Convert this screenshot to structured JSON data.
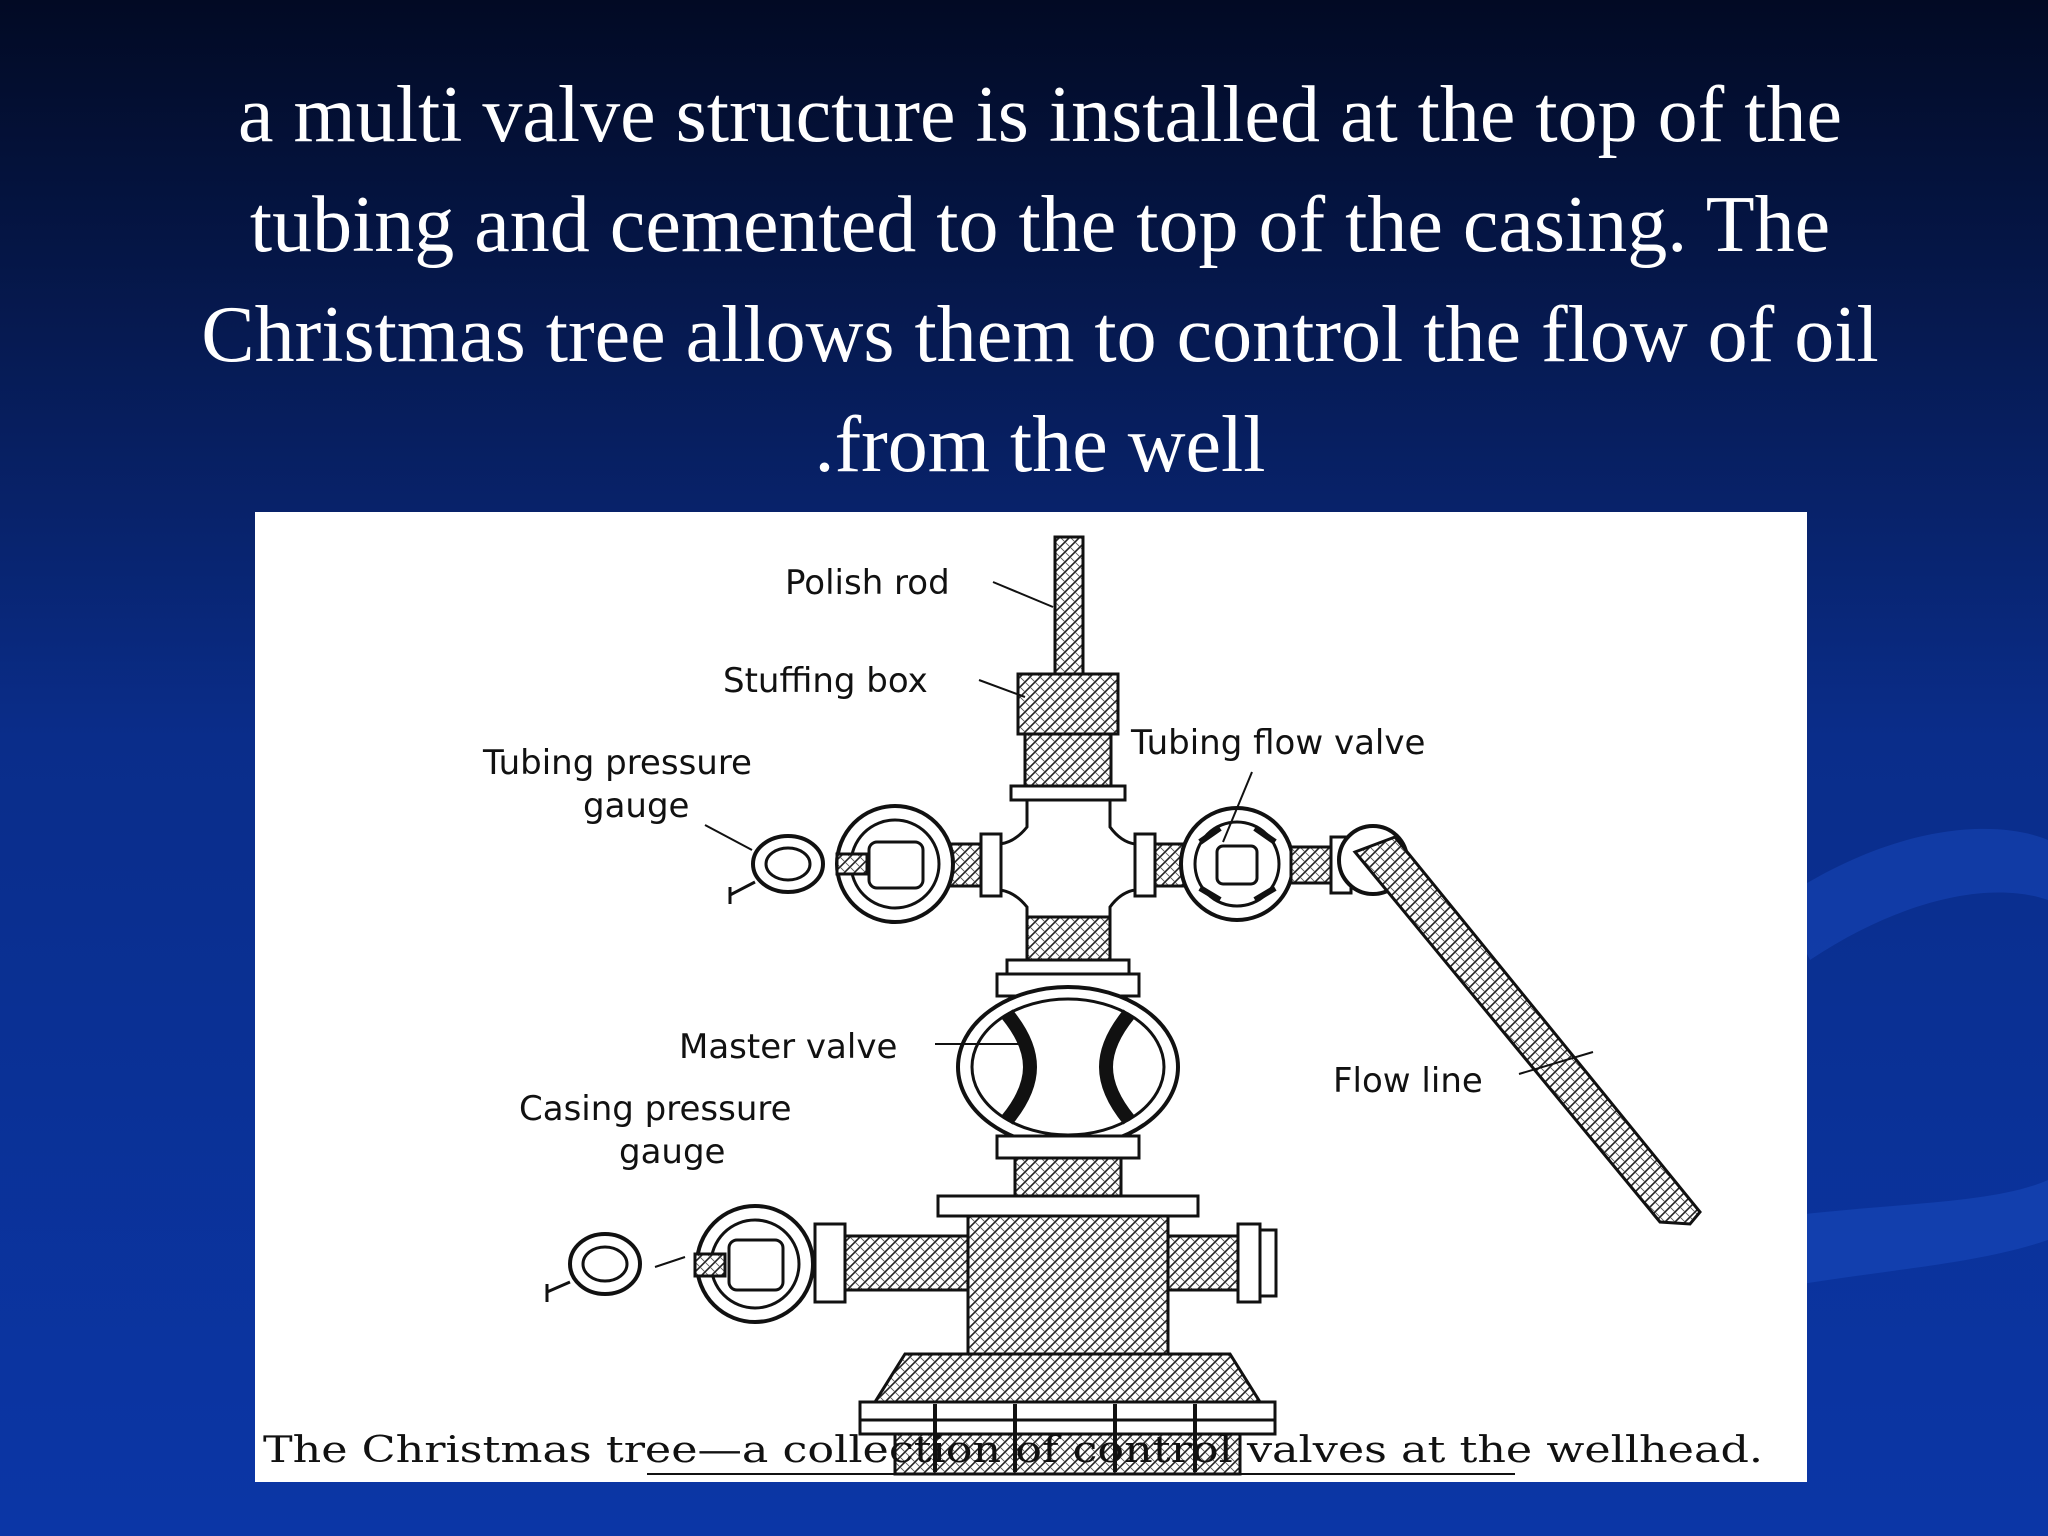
{
  "slide": {
    "text_lines": [
      "a multi valve structure is installed at the top of the",
      "tubing and cemented to the top of the casing. The",
      "Christmas tree allows them to control the flow of oil",
      ".from the well"
    ]
  },
  "figure": {
    "labels": {
      "polish_rod": "Polish rod",
      "stuffing_box": "Stuffing box",
      "tubing_pressure_gauge_line1": "Tubing pressure",
      "tubing_pressure_gauge_line2": "gauge",
      "tubing_flow_valve": "Tubing flow valve",
      "master_valve": "Master valve",
      "flow_line": "Flow line",
      "casing_pressure_gauge_line1": "Casing pressure",
      "casing_pressure_gauge_line2": "gauge"
    },
    "caption": "The Christmas tree—a collection of control valves at the wellhead."
  },
  "colors": {
    "background_top": "#020a24",
    "background_bottom": "#0b36a6",
    "text": "#ffffff",
    "figure_background": "#ffffff"
  }
}
